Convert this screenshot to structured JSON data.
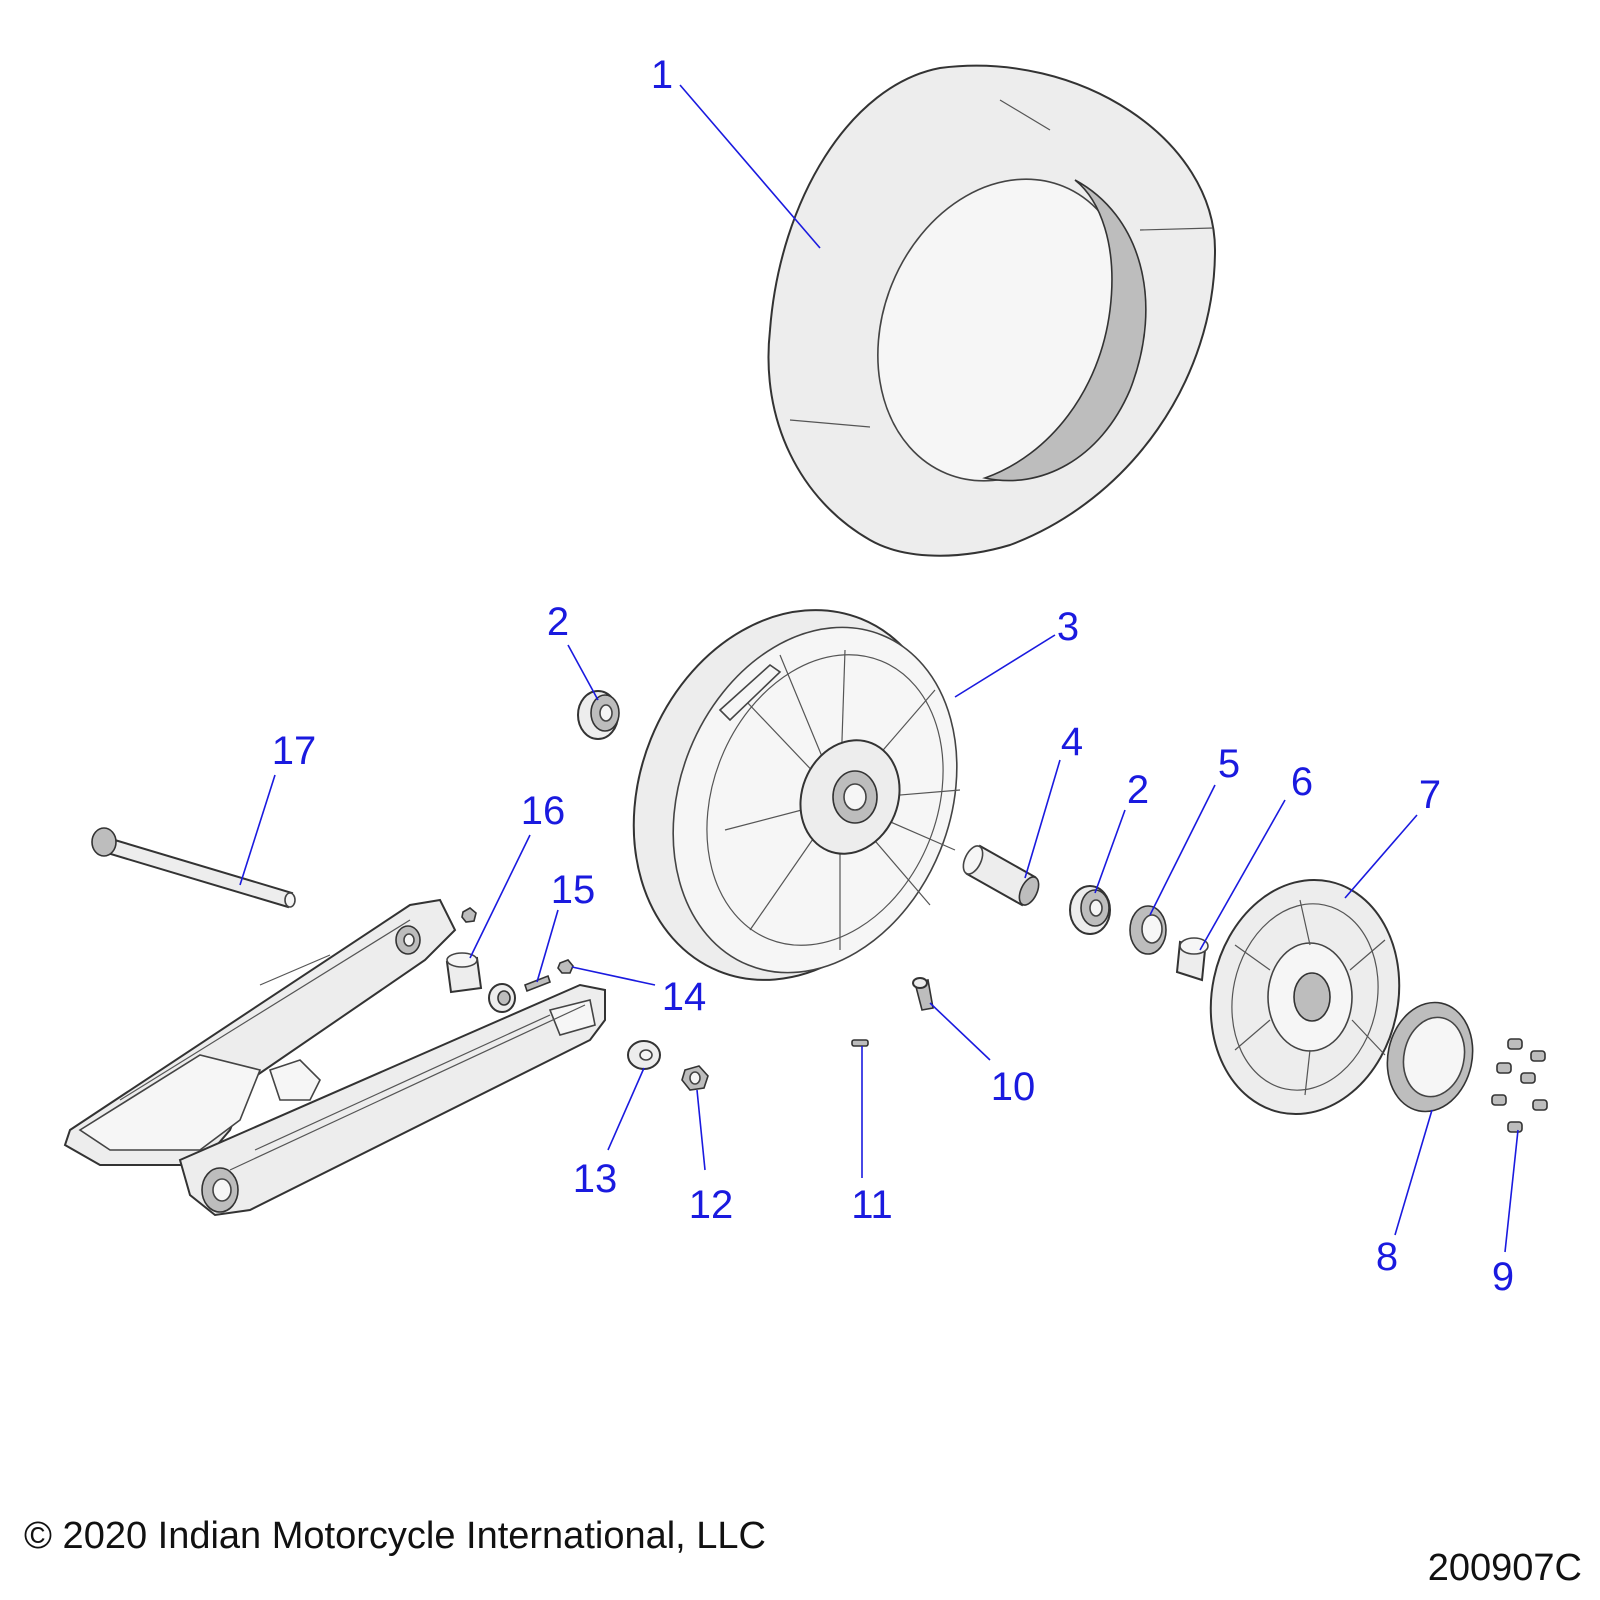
{
  "callouts": {
    "c1": "1",
    "c2a": "2",
    "c3": "3",
    "c4": "4",
    "c2b": "2",
    "c5": "5",
    "c6": "6",
    "c7": "7",
    "c8": "8",
    "c9": "9",
    "c10": "10",
    "c11": "11",
    "c12": "12",
    "c13": "13",
    "c14": "14",
    "c15": "15",
    "c16": "16",
    "c17": "17"
  },
  "footer": {
    "copyright": "© 2020 Indian Motorcycle International, LLC",
    "drawing_number": "200907C"
  },
  "colors": {
    "callout": "#1a1adf",
    "part_fill": "#ededed",
    "outline": "#333333"
  }
}
